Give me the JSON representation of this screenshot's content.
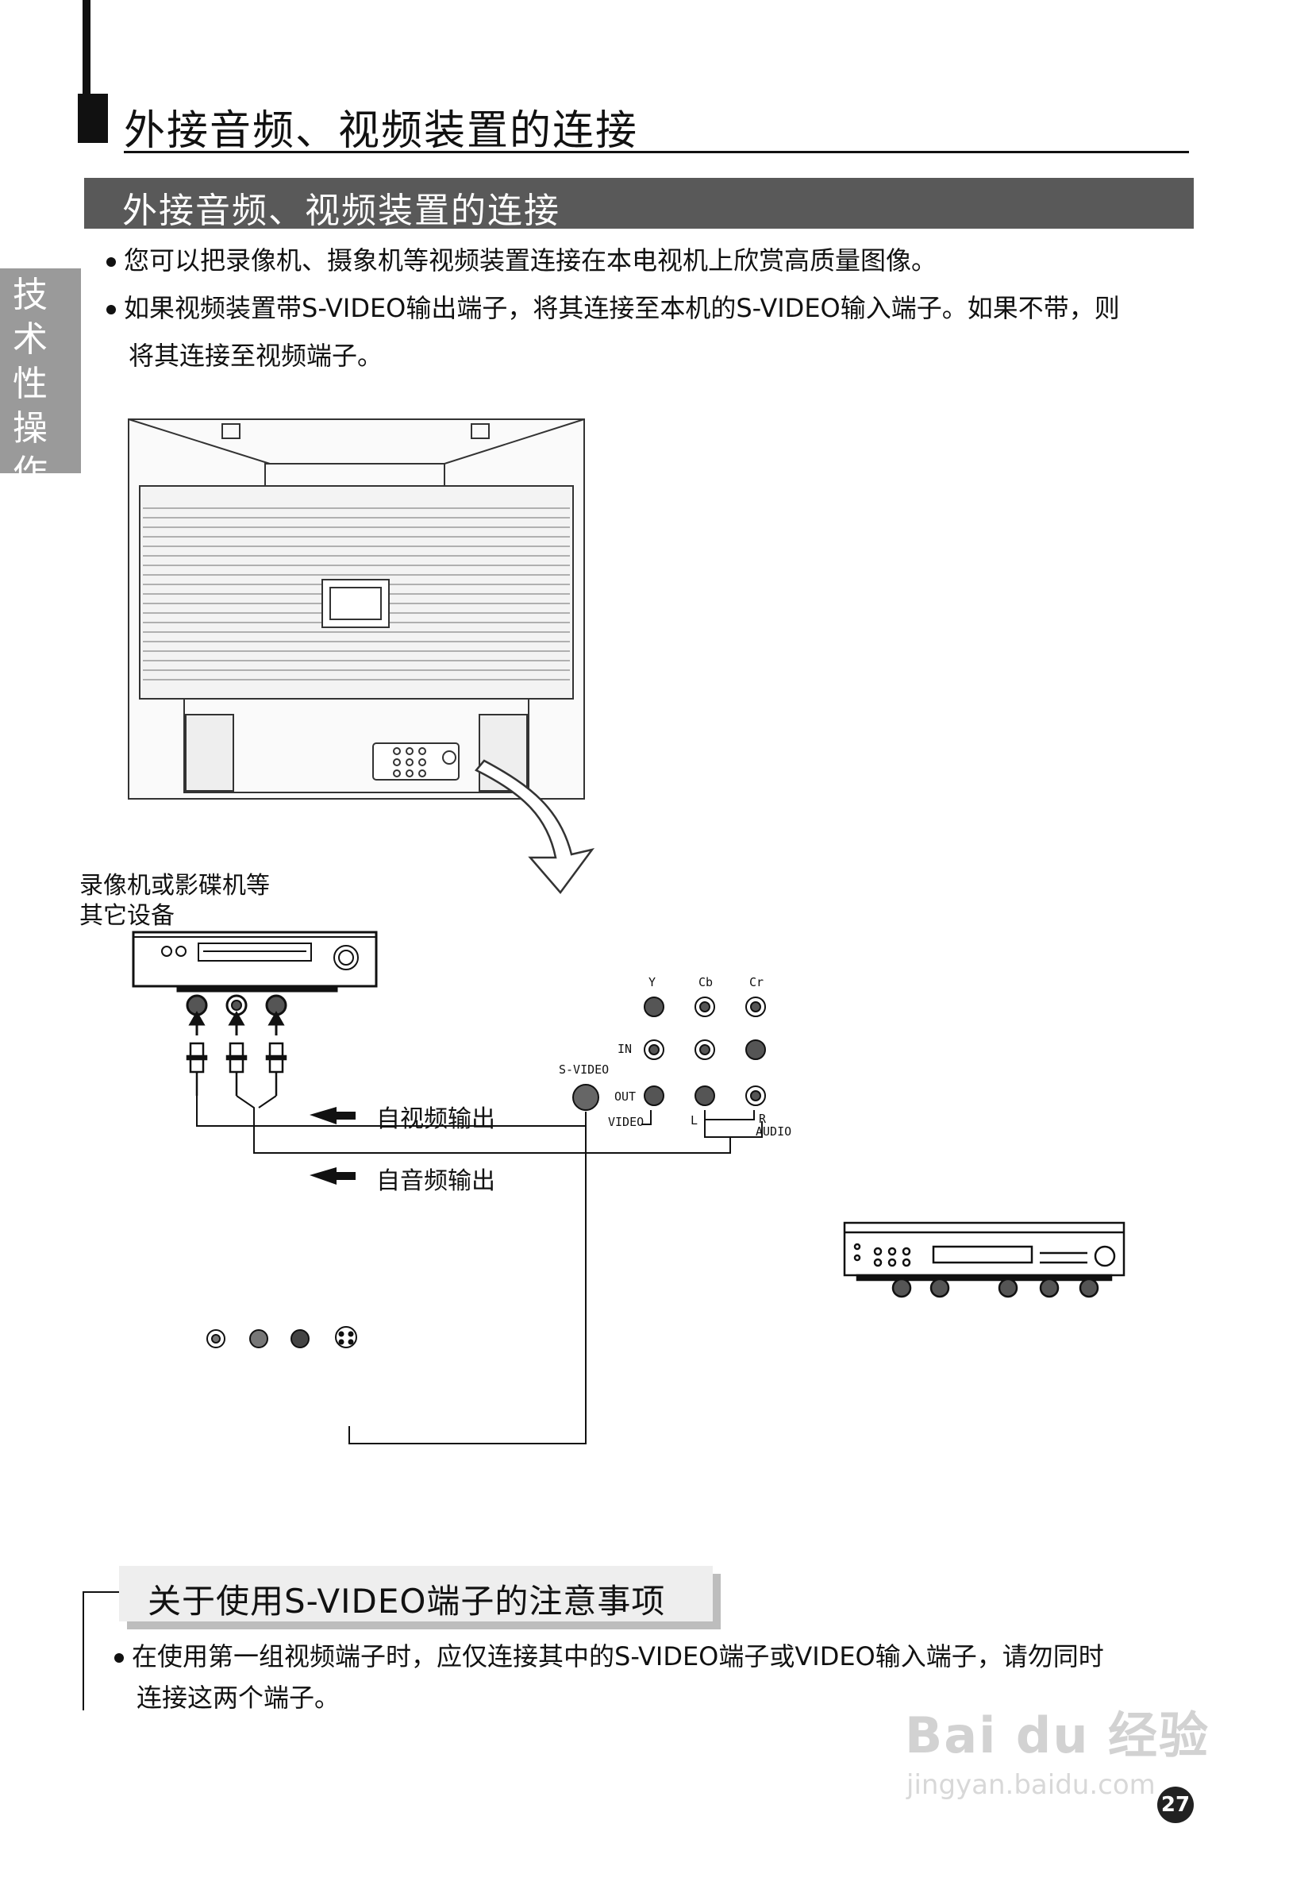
{
  "header": {
    "page_title": "外接音频、视频装置的连接"
  },
  "section": {
    "title": "外接音频、视频装置的连接"
  },
  "side_tab": {
    "label": "技术性操作"
  },
  "bullets": [
    "您可以把录像机、摄象机等视频装置连接在本电视机上欣赏高质量图像。",
    "如果视频装置带S-VIDEO输出端子，将其连接至本机的S-VIDEO输入端子。如果不带，则",
    "将其连接至视频端子。"
  ],
  "diagram": {
    "device_label_line1": "录像机或影碟机等",
    "device_label_line2": "其它设备",
    "video_out_label": "自视频输出",
    "audio_out_label": "自音频输出",
    "jack_labels": {
      "y": "Y",
      "cb": "Cb",
      "cr": "Cr",
      "in": "IN",
      "out": "OUT",
      "s_video": "S-VIDEO",
      "video": "VIDEO",
      "l": "L",
      "r": "R",
      "audio": "AUDIO"
    }
  },
  "note": {
    "title": "关于使用S-VIDEO端子的注意事项",
    "line1": "在使用第一组视频端子时，应仅连接其中的S-VIDEO端子或VIDEO输入端子，请勿同时",
    "line2": "连接这两个端子。"
  },
  "page_number": "27",
  "watermark": {
    "brand": "Bai du 经验",
    "url": "jingyan.baidu.com"
  }
}
